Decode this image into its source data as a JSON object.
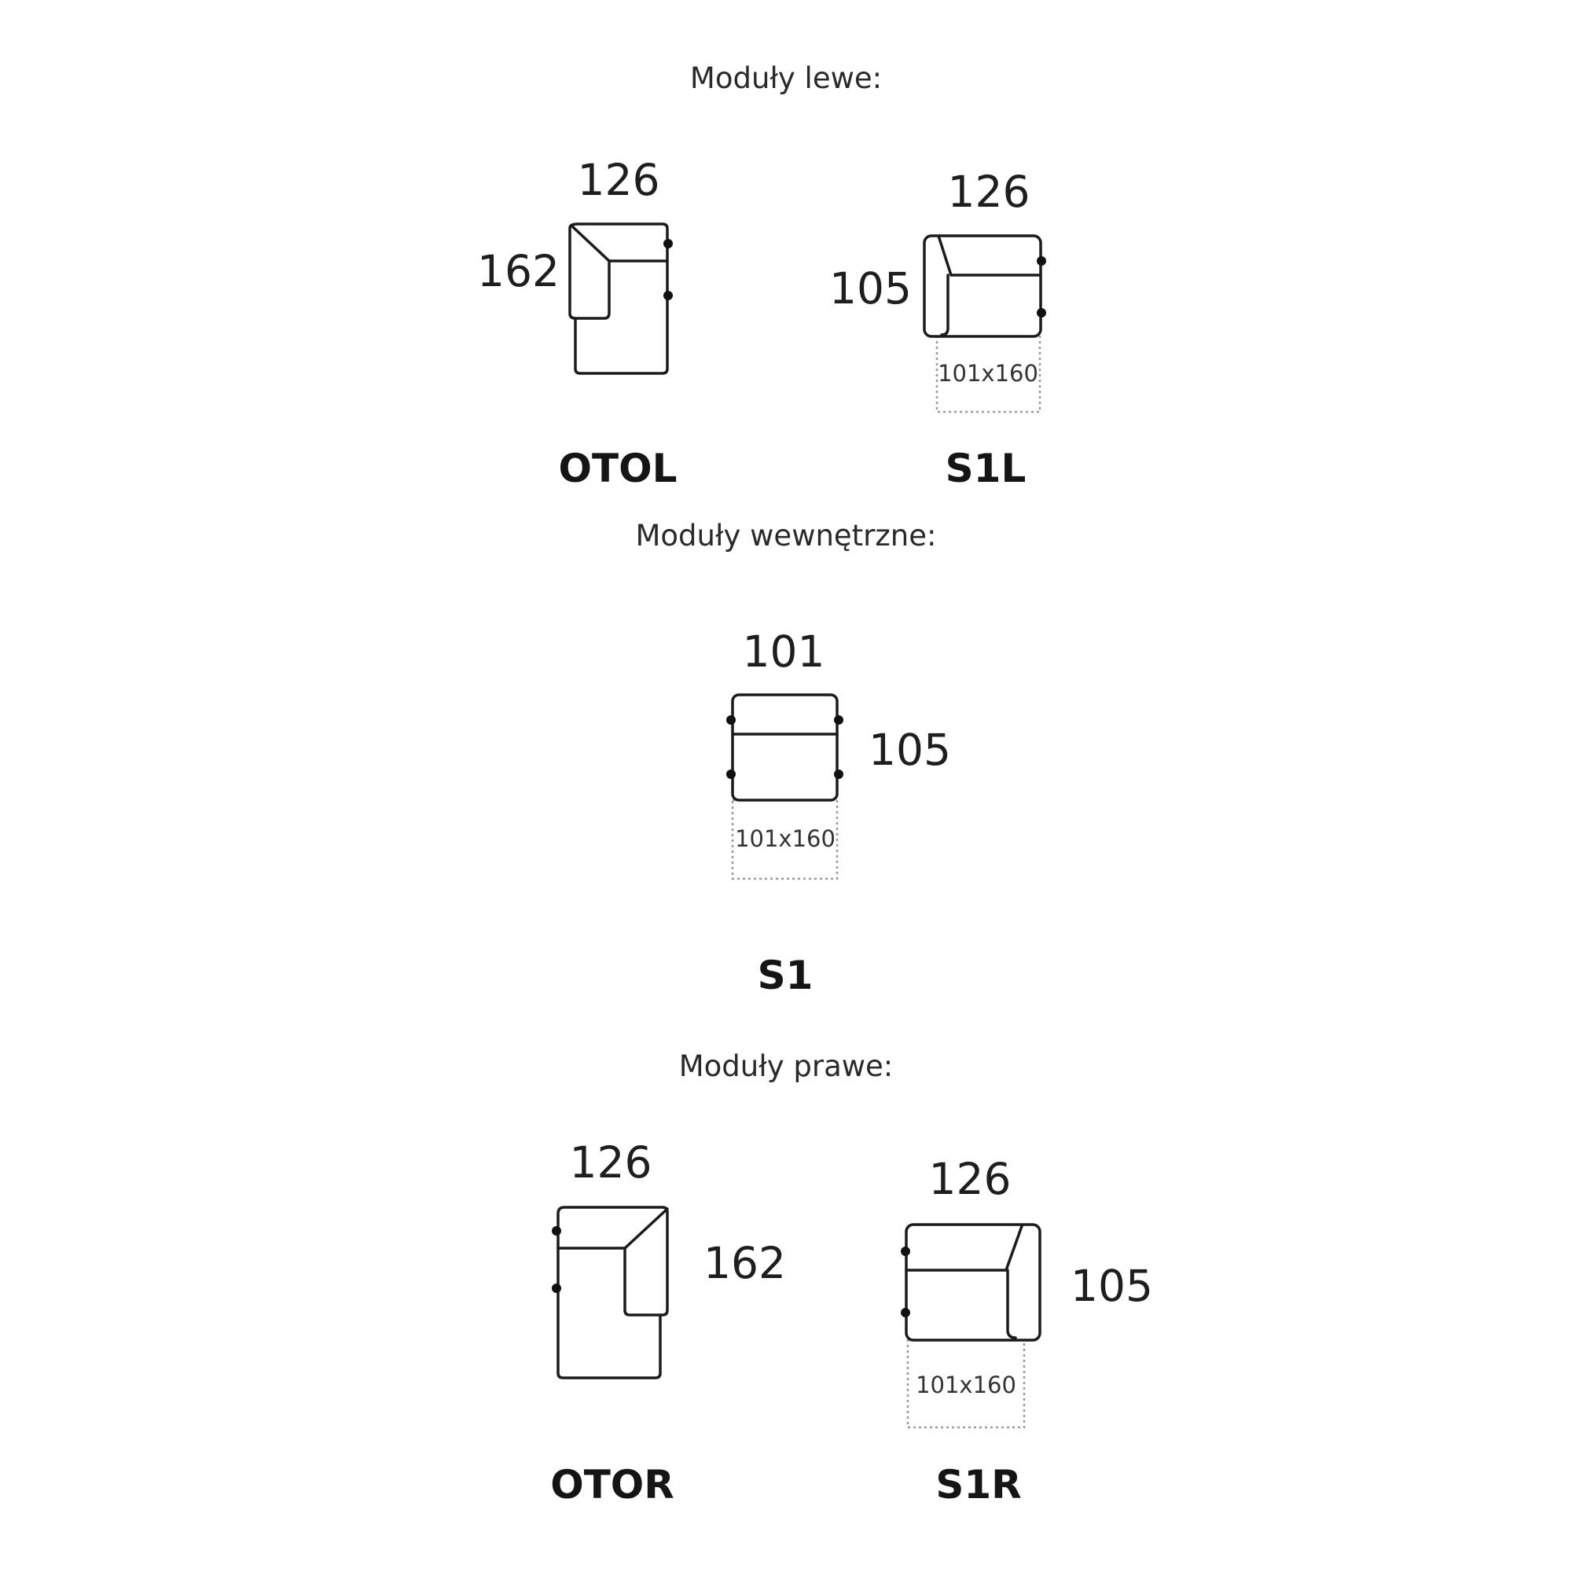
{
  "sections": [
    {
      "title": "Moduły lewe:"
    },
    {
      "title": "Moduły wewnętrzne:"
    },
    {
      "title": "Moduły prawe:"
    }
  ],
  "modules": [
    {
      "code": "OTOL",
      "width": "126",
      "depth": "162",
      "sleeping_area": ""
    },
    {
      "code": "S1L",
      "width": "126",
      "depth": "105",
      "sleeping_area": "101x160"
    },
    {
      "code": "S1",
      "width": "101",
      "depth": "105",
      "sleeping_area": "101x160"
    },
    {
      "code": "OTOR",
      "width": "126",
      "depth": "162",
      "sleeping_area": ""
    },
    {
      "code": "S1R",
      "width": "126",
      "depth": "105",
      "sleeping_area": "101x160"
    }
  ]
}
